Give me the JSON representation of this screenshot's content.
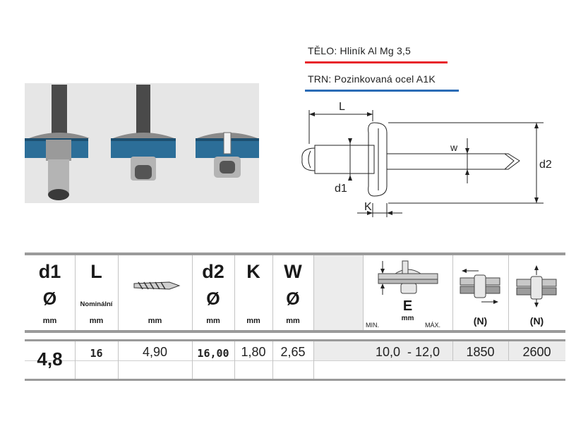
{
  "materials": {
    "body": {
      "text": "TĚLO: Hliník Al Mg 3,5",
      "line_color": "#e8262b"
    },
    "mandrel": {
      "text": "TRN: Pozinkovaná ocel A1K",
      "line_color": "#2a6cb6"
    }
  },
  "drawing_labels": {
    "L": "L",
    "d1": "d1",
    "w": "w",
    "d2": "d2",
    "K": "K"
  },
  "colors": {
    "plate_blue": "#2c6e98",
    "photo_bg": "#e6e6e6",
    "rule_gray": "#9a9a9a",
    "shade_gray": "#ececec"
  },
  "table": {
    "headers": {
      "d1": {
        "symbol": "d1",
        "dia": "Ø",
        "unit": "mm"
      },
      "L": {
        "symbol": "L",
        "note": "Nominální",
        "unit": "mm"
      },
      "drill": {
        "icon": "drill-bit-icon",
        "unit": "mm"
      },
      "d2": {
        "symbol": "d2",
        "dia": "Ø",
        "unit": "mm"
      },
      "K": {
        "symbol": "K",
        "unit": "mm"
      },
      "W": {
        "symbol": "W",
        "dia": "Ø",
        "unit": "mm"
      },
      "E": {
        "symbol": "E",
        "unit": "mm",
        "min": "MIN.",
        "max": "MÁX."
      },
      "shear": {
        "icon": "shear-force-icon",
        "unit": "(N)"
      },
      "tensile": {
        "icon": "tensile-force-icon",
        "unit": "(N)"
      }
    },
    "row": {
      "d1": "4,8",
      "L": "16",
      "drill": "4,90",
      "d2": "16,00",
      "K": "1,80",
      "W": "2,65",
      "E_range": "10,0  - 12,0",
      "shear": "1850",
      "tensile": "2600"
    }
  }
}
